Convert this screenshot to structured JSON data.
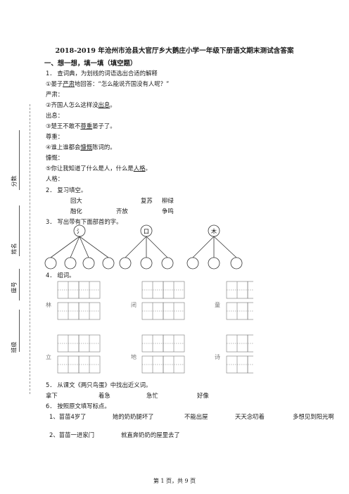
{
  "title": "2018-2019 年沧州市沧县大官厅乡大鹅庄小学一年级下册语文期末测试含答案",
  "side": {
    "score": "分数",
    "name": "姓名",
    "seat": "座号",
    "class": "班级"
  },
  "section1": {
    "heading": "一、想一想，填一填（填空题）",
    "q1": {
      "prompt": "1． 查词典，为划线的词语选出合适的解释",
      "items": [
        {
          "pre": "①晏子",
          "word": "严肃",
          "post": "地回答：“怎么能说齐国没有人呢？”",
          "label": "严肃："
        },
        {
          "pre": "②齐国人怎么这样没",
          "word": "出息",
          "post": "。",
          "label": "出息："
        },
        {
          "pre": "③楚王不敢不",
          "word": "尊重",
          "post": "晏子了。",
          "label": "尊重："
        },
        {
          "pre": "④谁上谁都会",
          "word": "慷慨",
          "post": "陈词的。",
          "label": "慷慨："
        },
        {
          "pre": "⑤你让我知道了什么是人，什么是",
          "word": "人格",
          "post": "。",
          "label": "人格："
        }
      ]
    },
    "q2": {
      "prompt": "2． 复习填空。",
      "row1": [
        "回大",
        "复苏",
        "柳绿"
      ],
      "row2": [
        "融化",
        "齐放",
        "争鸣"
      ]
    },
    "q3": {
      "prompt": "3． 写出带有下面部首的字。",
      "radicals": [
        "氵",
        "口",
        "木"
      ]
    },
    "q4": {
      "prompt": "4． 组词。",
      "chars": [
        "林",
        "闭",
        "童",
        "立",
        "地",
        "诗"
      ]
    },
    "q5": {
      "prompt": "5． 从课文《两只鸟蛋》中找出近义词。",
      "words": [
        "拿下",
        "着急",
        "急忙",
        "好像"
      ]
    },
    "q6": {
      "prompt": "6． 按照原文填写标点。",
      "line1": [
        "1、苗苗4岁了",
        "她的奶奶腿坏了",
        "不能出屋",
        "天天念叨着",
        "多想见到阳光啊"
      ],
      "line2": [
        "2、苗苗一进家门",
        "就直奔奶奶的屋里去了"
      ]
    }
  },
  "footer": "第 1 页，共 9 页"
}
